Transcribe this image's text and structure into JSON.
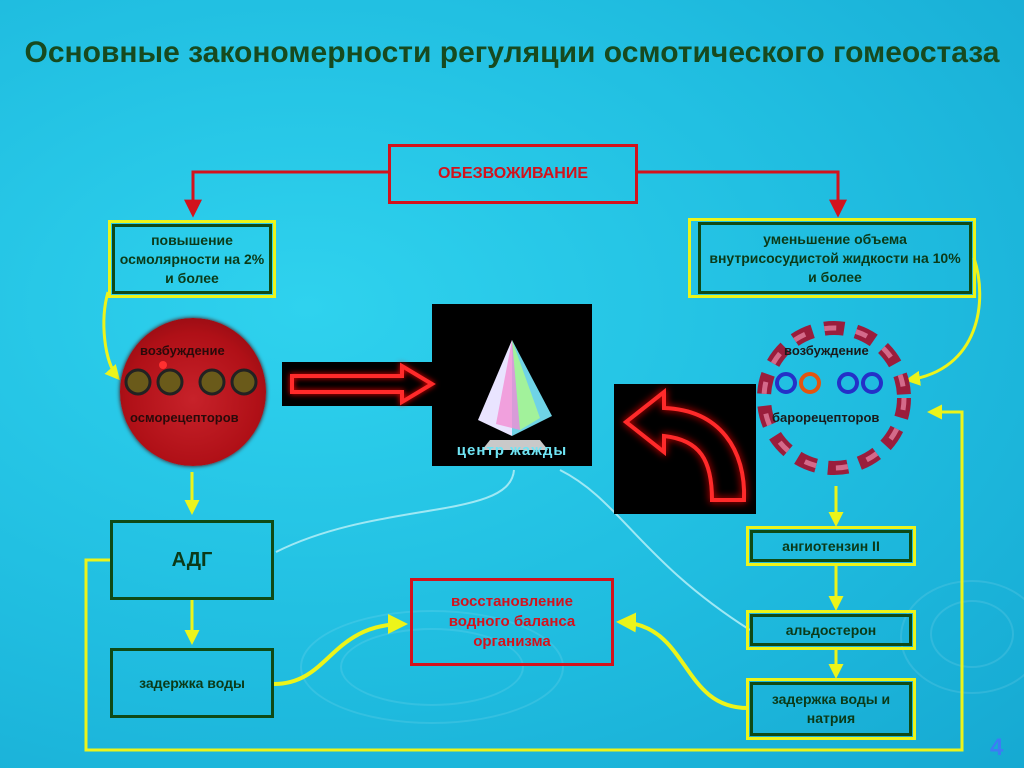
{
  "title": "Основные закономерности регуляции осмотического гомеостаза",
  "nodes": {
    "dehydration": "ОБЕЗВОЖИВАНИЕ",
    "osmolarity": "повышение осмолярности на 2% и более",
    "volume": "уменьшение объема внутрисосудистой жидкости на 10% и более",
    "osmo_excitation": "возбуждение",
    "osmoreceptors": "осморецепторов",
    "thirst_center": "центр жажды",
    "baro_excitation": "возбуждение",
    "baroreceptors": "барорецепторов",
    "adh": "АДГ",
    "angiotensin": "ангиотензин II",
    "restore": "восстановление водного баланса организма",
    "aldosterone": "альдостерон",
    "water_retention": "задержка воды",
    "water_sodium_retention": "задержка воды и натрия"
  },
  "page_number": "4",
  "colors": {
    "background": "#20bde0",
    "title": "#174a1f",
    "red": "#d3121c",
    "green_border": "#0f4a16",
    "yellow_arrow": "#ecf41a",
    "page_number": "#3c7cf4"
  },
  "icons": [
    "crystal-pyramid-icon",
    "red-right-arrow-icon",
    "red-curved-arrow-icon",
    "receptor-cell-icon"
  ]
}
